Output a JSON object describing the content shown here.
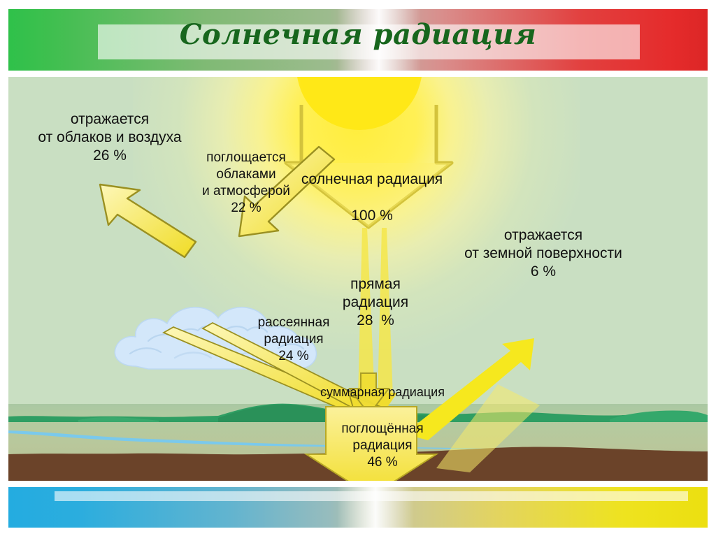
{
  "slide": {
    "title": "Солнечная радиация",
    "title_color": "#17661d",
    "background_color": "#c9dfc2"
  },
  "diagram": {
    "type": "solar-radiation-balance",
    "labels": {
      "reflected_by_clouds_and_air": "отражается\nот облаков и воздуха\n26 %",
      "absorbed_by_clouds_and_atmosphere": "поглощается\nоблаками\nи атмосферой\n22 %",
      "solar_radiation_total": "солнечная радиация\n\n100 %",
      "reflected_by_earth_surface": "отражается\nот земной поверхности\n6 %",
      "direct_radiation": "прямая\nрадиация\n28  %",
      "diffuse_radiation": "рассеянная\nрадиация\n24 %",
      "total_radiation": "суммарная радиация",
      "absorbed_radiation": "поглощённая\nрадиация\n46 %"
    },
    "values": [
      {
        "name": "солнечная радиация",
        "percent": "100 %"
      },
      {
        "name": "отражается от облаков и воздуха",
        "percent": "26 %"
      },
      {
        "name": "поглощается облаками и атмосферой",
        "percent": "22 %"
      },
      {
        "name": "прямая радиация",
        "percent": "28 %"
      },
      {
        "name": "рассеянная радиация",
        "percent": "24 %"
      },
      {
        "name": "отражается от земной поверхности",
        "percent": "6 %"
      },
      {
        "name": "поглощённая радиация",
        "percent": "46 %"
      }
    ],
    "colors": {
      "arrow_fill": "#f7e43a",
      "arrow_outline": "#9a9021",
      "sun": "#ffe817",
      "cloud": "#cfe4f7",
      "soil": "#69432a",
      "river": "#73c6e8",
      "plain": "#b4cba0"
    }
  },
  "decoration": {
    "top_bar_gradient": [
      "#2fc14a",
      "#dc2626"
    ],
    "bottom_bar_gradient": [
      "#24ace0",
      "#ecdf10"
    ]
  }
}
